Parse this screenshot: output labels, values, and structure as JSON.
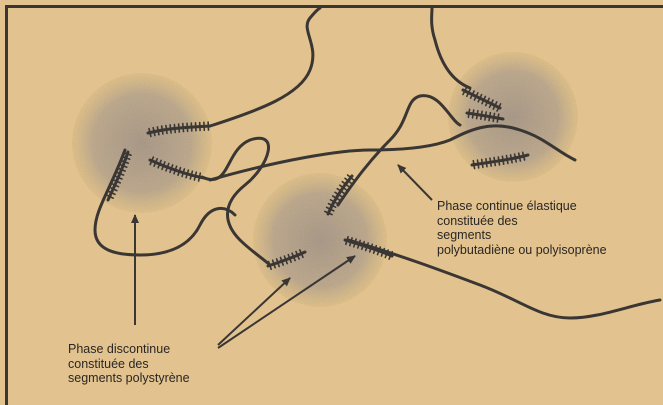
{
  "labels": {
    "continuous_phase": {
      "lines": [
        "Phase continue élastique",
        "constituée des",
        "segments",
        "polybutadiène ou polyisoprène"
      ]
    },
    "discontinuous_phase": {
      "lines": [
        "Phase discontinue",
        "constituée des",
        "segments polystyrène"
      ]
    }
  },
  "colors": {
    "background": "#e2c38f",
    "ink": "#3a3634",
    "domain_fill": "#8e8480"
  }
}
